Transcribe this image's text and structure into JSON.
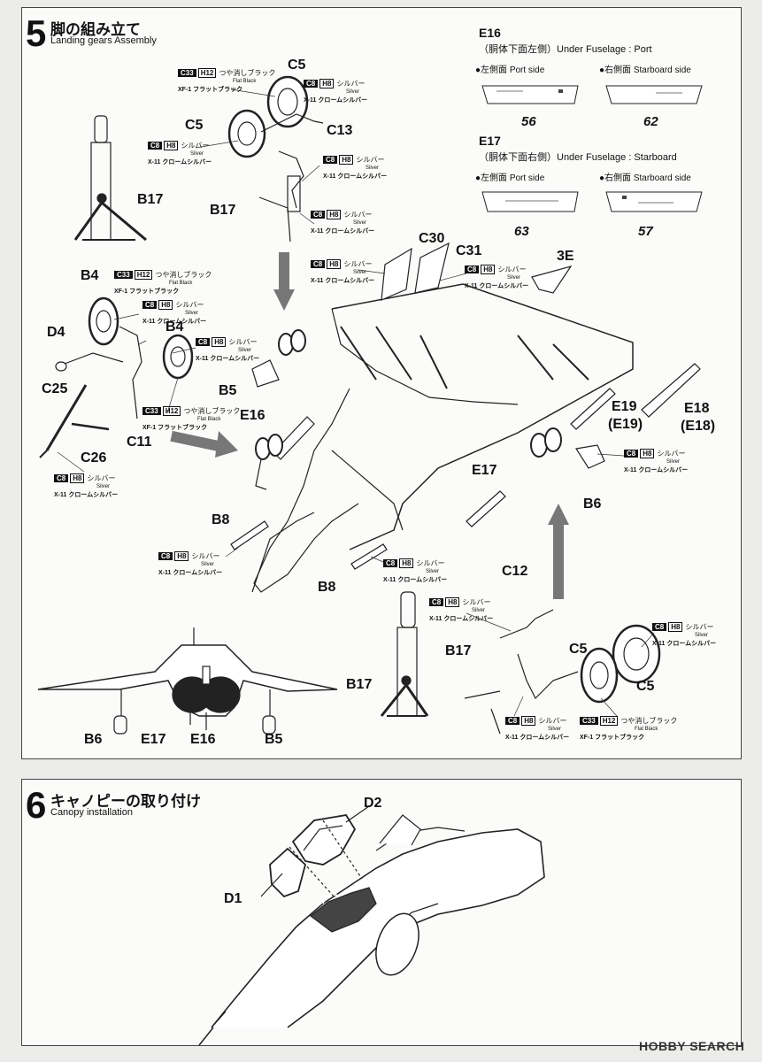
{
  "step5": {
    "number": "5",
    "title_jp": "脚の組み立て",
    "title_en": "Landing gears Assembly"
  },
  "step6": {
    "number": "6",
    "title_jp": "キャノピーの取り付け",
    "title_en": "Canopy installation"
  },
  "paints": {
    "silver": {
      "code": "C8",
      "code2": "H8",
      "jp": "シルバー",
      "en": "Silver",
      "brand": "X-11 クロームシルバー"
    },
    "flat_black": {
      "code": "C33",
      "code2": "H12",
      "jp": "つや消しブラック",
      "en": "Flat Black",
      "brand": "XF-1 フラットブラック"
    }
  },
  "decal_refs": {
    "e16": {
      "code": "E16",
      "title": "（胴体下面左側）Under Fuselage : Port",
      "port": "●左側面 Port side",
      "starboard": "●右側面 Starboard side",
      "num_port": "56",
      "num_starboard": "62"
    },
    "e17": {
      "code": "E17",
      "title": "（胴体下面右側）Under Fuselage : Starboard",
      "port": "●左側面 Port side",
      "starboard": "●右側面 Starboard side",
      "num_port": "63",
      "num_starboard": "57"
    }
  },
  "parts": {
    "c5": "C5",
    "c13": "C13",
    "b17": "B17",
    "b4": "B4",
    "d4": "D4",
    "c25": "C25",
    "c11": "C11",
    "c26": "C26",
    "b5": "B5",
    "e16": "E16",
    "b8": "B8",
    "c30": "C30",
    "c31": "C31",
    "e3": "3E",
    "e19": "E19",
    "e19p": "(E19)",
    "e18": "E18",
    "e18p": "(E18)",
    "e17": "E17",
    "b6": "B6",
    "c12": "C12",
    "d2": "D2",
    "d1": "D1"
  },
  "watermark": "HOBBY SEARCH"
}
